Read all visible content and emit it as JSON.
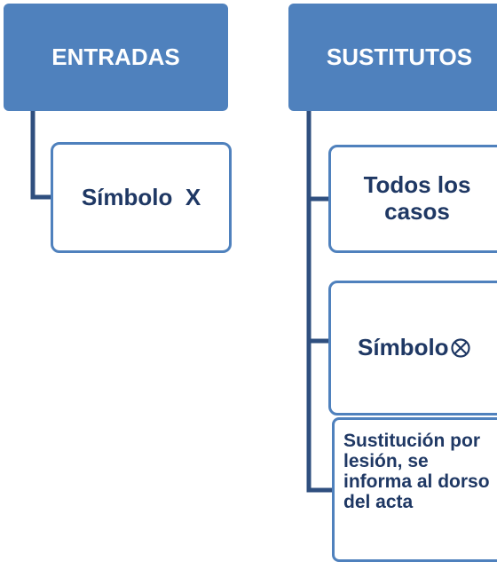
{
  "columns": [
    {
      "header": "ENTRADAS",
      "items": [
        {
          "label": "Símbolo  X"
        }
      ]
    },
    {
      "header": "SUSTITUTOS",
      "items": [
        {
          "label": "Todos los casos"
        },
        {
          "label": "Símbolo",
          "icon": "circled-x-icon"
        },
        {
          "label": "Sustitución por lesión, se informa al dorso del acta"
        }
      ]
    }
  ],
  "colors": {
    "header_fill": "#4f81bd",
    "header_text": "#ffffff",
    "child_border": "#4f81bd",
    "child_text": "#1f3864",
    "connector": "#2f4f7f"
  }
}
